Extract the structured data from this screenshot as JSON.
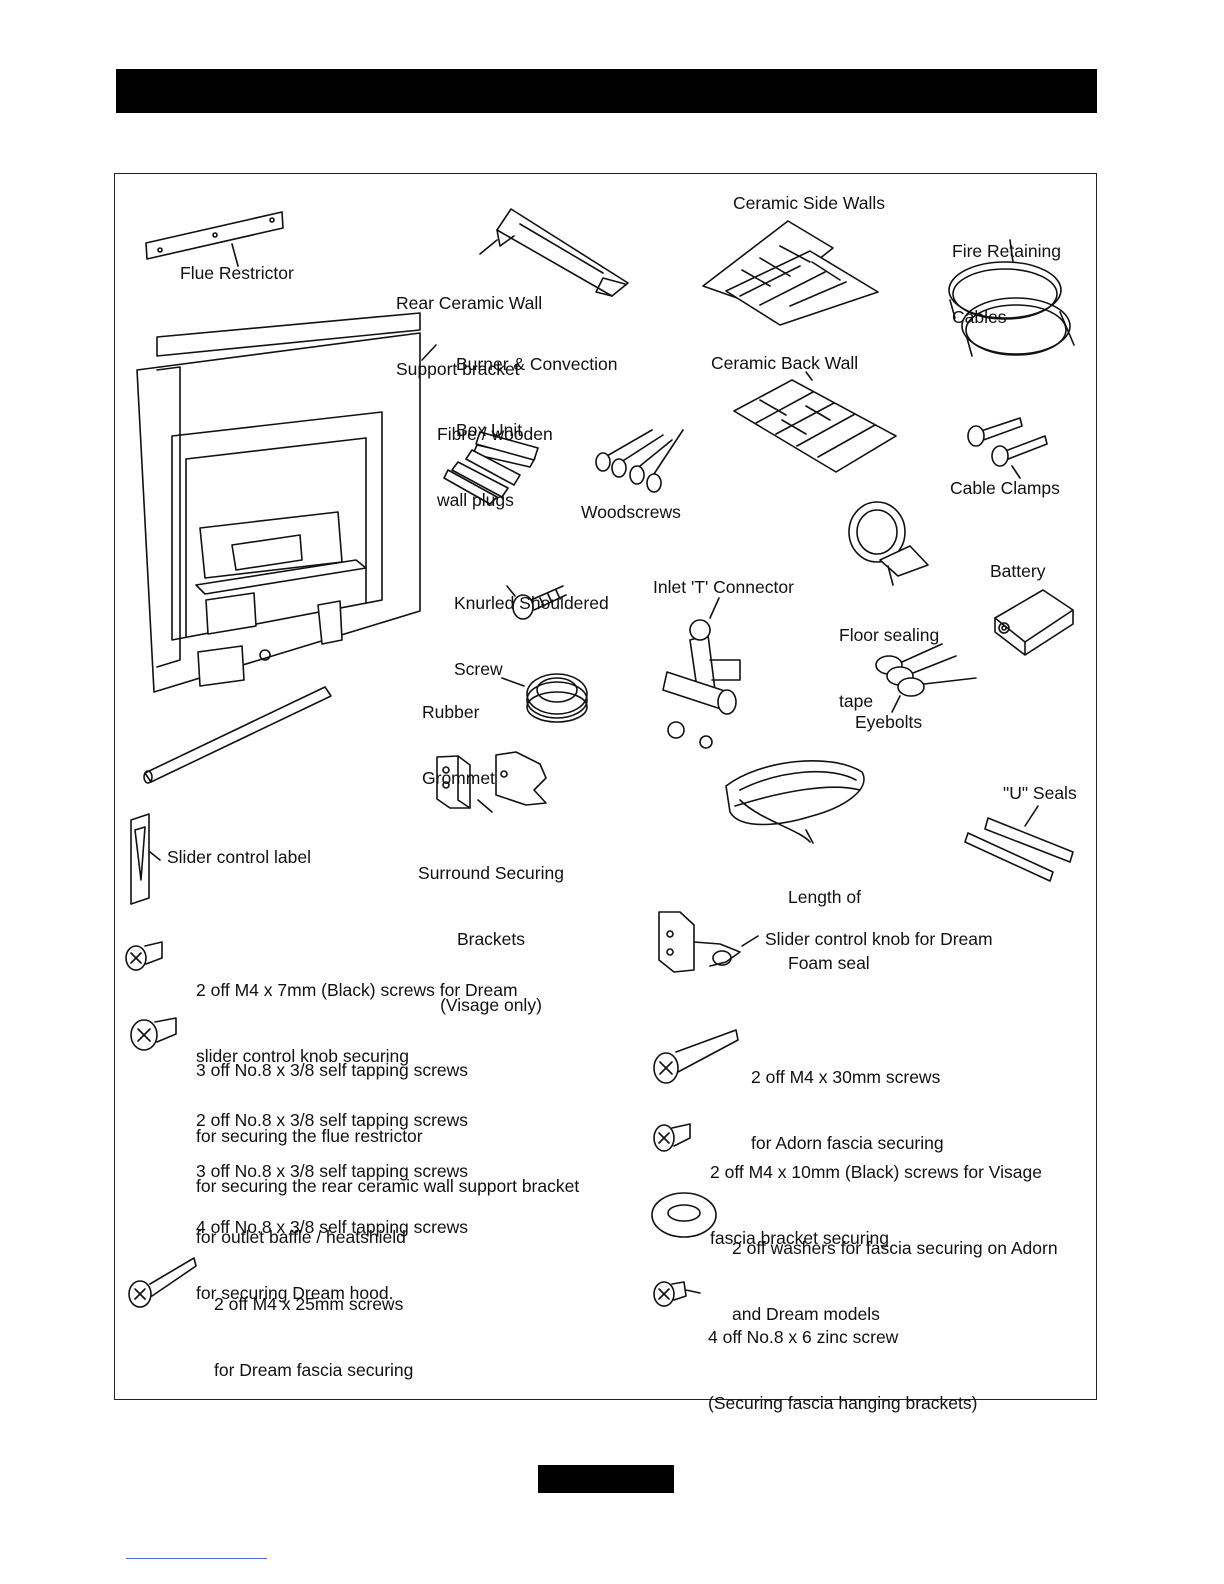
{
  "labels": {
    "flue_restrictor": "Flue Restrictor",
    "rear_wall_bracket": [
      "Rear Ceramic Wall",
      "Support bracket"
    ],
    "ceramic_side_walls": "Ceramic Side Walls",
    "fire_retaining_cables": [
      "Fire Retaining",
      "Cables"
    ],
    "burner_box": [
      "Burner & Convection",
      "Box Unit"
    ],
    "ceramic_back_wall": "Ceramic Back Wall",
    "wall_plugs": [
      "Fibre / wooden",
      "wall plugs"
    ],
    "woodscrews": "Woodscrews",
    "cable_clamps": "Cable Clamps",
    "knurled_screw": [
      "Knurled Shouldered",
      "Screw"
    ],
    "inlet_t": "Inlet 'T' Connector",
    "floor_tape": [
      "Floor sealing",
      "tape"
    ],
    "battery": "Battery",
    "rubber_grommet": [
      "Rubber",
      "Grommet"
    ],
    "eyebolts": "Eyebolts",
    "u_seals": "\"U\" Seals",
    "slider_label": "Slider control label",
    "surround_brackets": [
      "Surround Securing",
      "Brackets",
      "(Visage only)"
    ],
    "foam_seal": [
      "Length of",
      "Foam seal"
    ],
    "slider_knob": "Slider control knob for Dream"
  },
  "screws_left": [
    [
      "2 off M4 x 7mm (Black) screws for Dream",
      "slider control knob securing"
    ],
    [
      "3 off No.8 x 3/8 self tapping screws",
      "for securing the flue restrictor"
    ],
    [
      "2 off No.8 x 3/8 self tapping screws",
      "for securing the rear ceramic wall support bracket"
    ],
    [
      "3 off No.8 x 3/8 self tapping screws",
      "for outlet baffle / heatshield"
    ],
    [
      "4 off No.8 x 3/8 self tapping screws",
      "for securing Dream hood."
    ],
    [
      "2 off M4 x 25mm screws",
      "for Dream fascia securing"
    ]
  ],
  "screws_right": [
    [
      "2 off M4 x 30mm screws",
      "for Adorn fascia securing"
    ],
    [
      "2 off M4 x 10mm (Black) screws for Visage",
      "fascia bracket securing"
    ],
    [
      "2 off washers for fascia securing on Adorn",
      "and Dream models"
    ],
    [
      "4 off No.8 x 6 zinc screw",
      "(Securing fascia hanging brackets)"
    ]
  ]
}
